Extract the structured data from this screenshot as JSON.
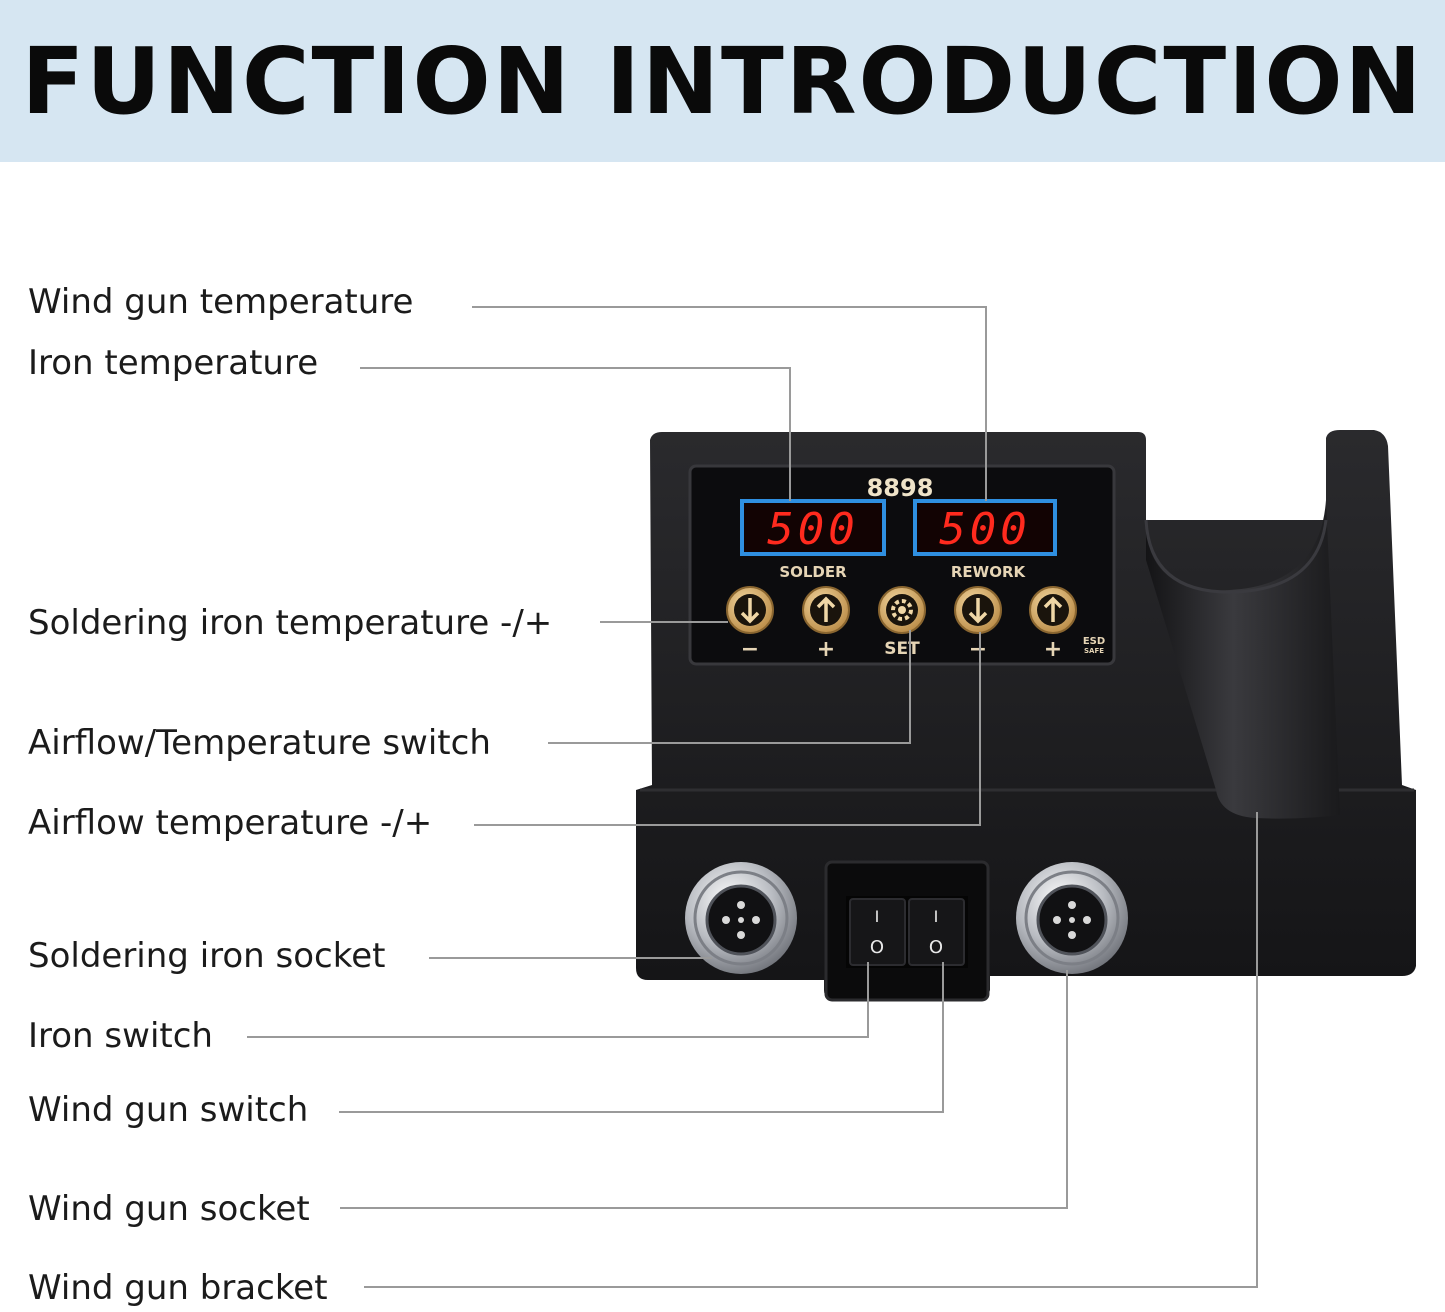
{
  "header": {
    "title": "FUNCTION INTRODUCTION"
  },
  "device": {
    "model": "8898",
    "solder_display": "500",
    "rework_display": "500",
    "solder_label": "SOLDER",
    "rework_label": "REWORK",
    "button_labels": [
      "−",
      "+",
      "SET",
      "−",
      "+"
    ],
    "esd_line1": "ESD",
    "esd_line2": "SAFE",
    "switch_glyphs": [
      "I",
      "O"
    ]
  },
  "callouts": [
    {
      "id": "wind-gun-temperature",
      "text": "Wind gun temperature"
    },
    {
      "id": "iron-temperature",
      "text": "Iron temperature"
    },
    {
      "id": "soldering-iron-temperature",
      "text": "Soldering iron temperature -/+"
    },
    {
      "id": "airflow-temperature-switch",
      "text": "Airflow/Temperature switch"
    },
    {
      "id": "airflow-temperature",
      "text": "Airflow temperature -/+"
    },
    {
      "id": "soldering-iron-socket",
      "text": "Soldering iron socket"
    },
    {
      "id": "iron-switch",
      "text": "Iron switch"
    },
    {
      "id": "wind-gun-switch",
      "text": "Wind gun switch"
    },
    {
      "id": "wind-gun-socket",
      "text": "Wind gun socket"
    },
    {
      "id": "wind-gun-bracket",
      "text": "Wind gun bracket"
    }
  ],
  "colors": {
    "banner": "#d6e6f2",
    "display_red": "#ff2a1e",
    "display_frame": "#2f8fe0",
    "button_gold": "#e2b46a",
    "device_body": "#1c1c1e",
    "leader_line": "#9a9a9a"
  }
}
